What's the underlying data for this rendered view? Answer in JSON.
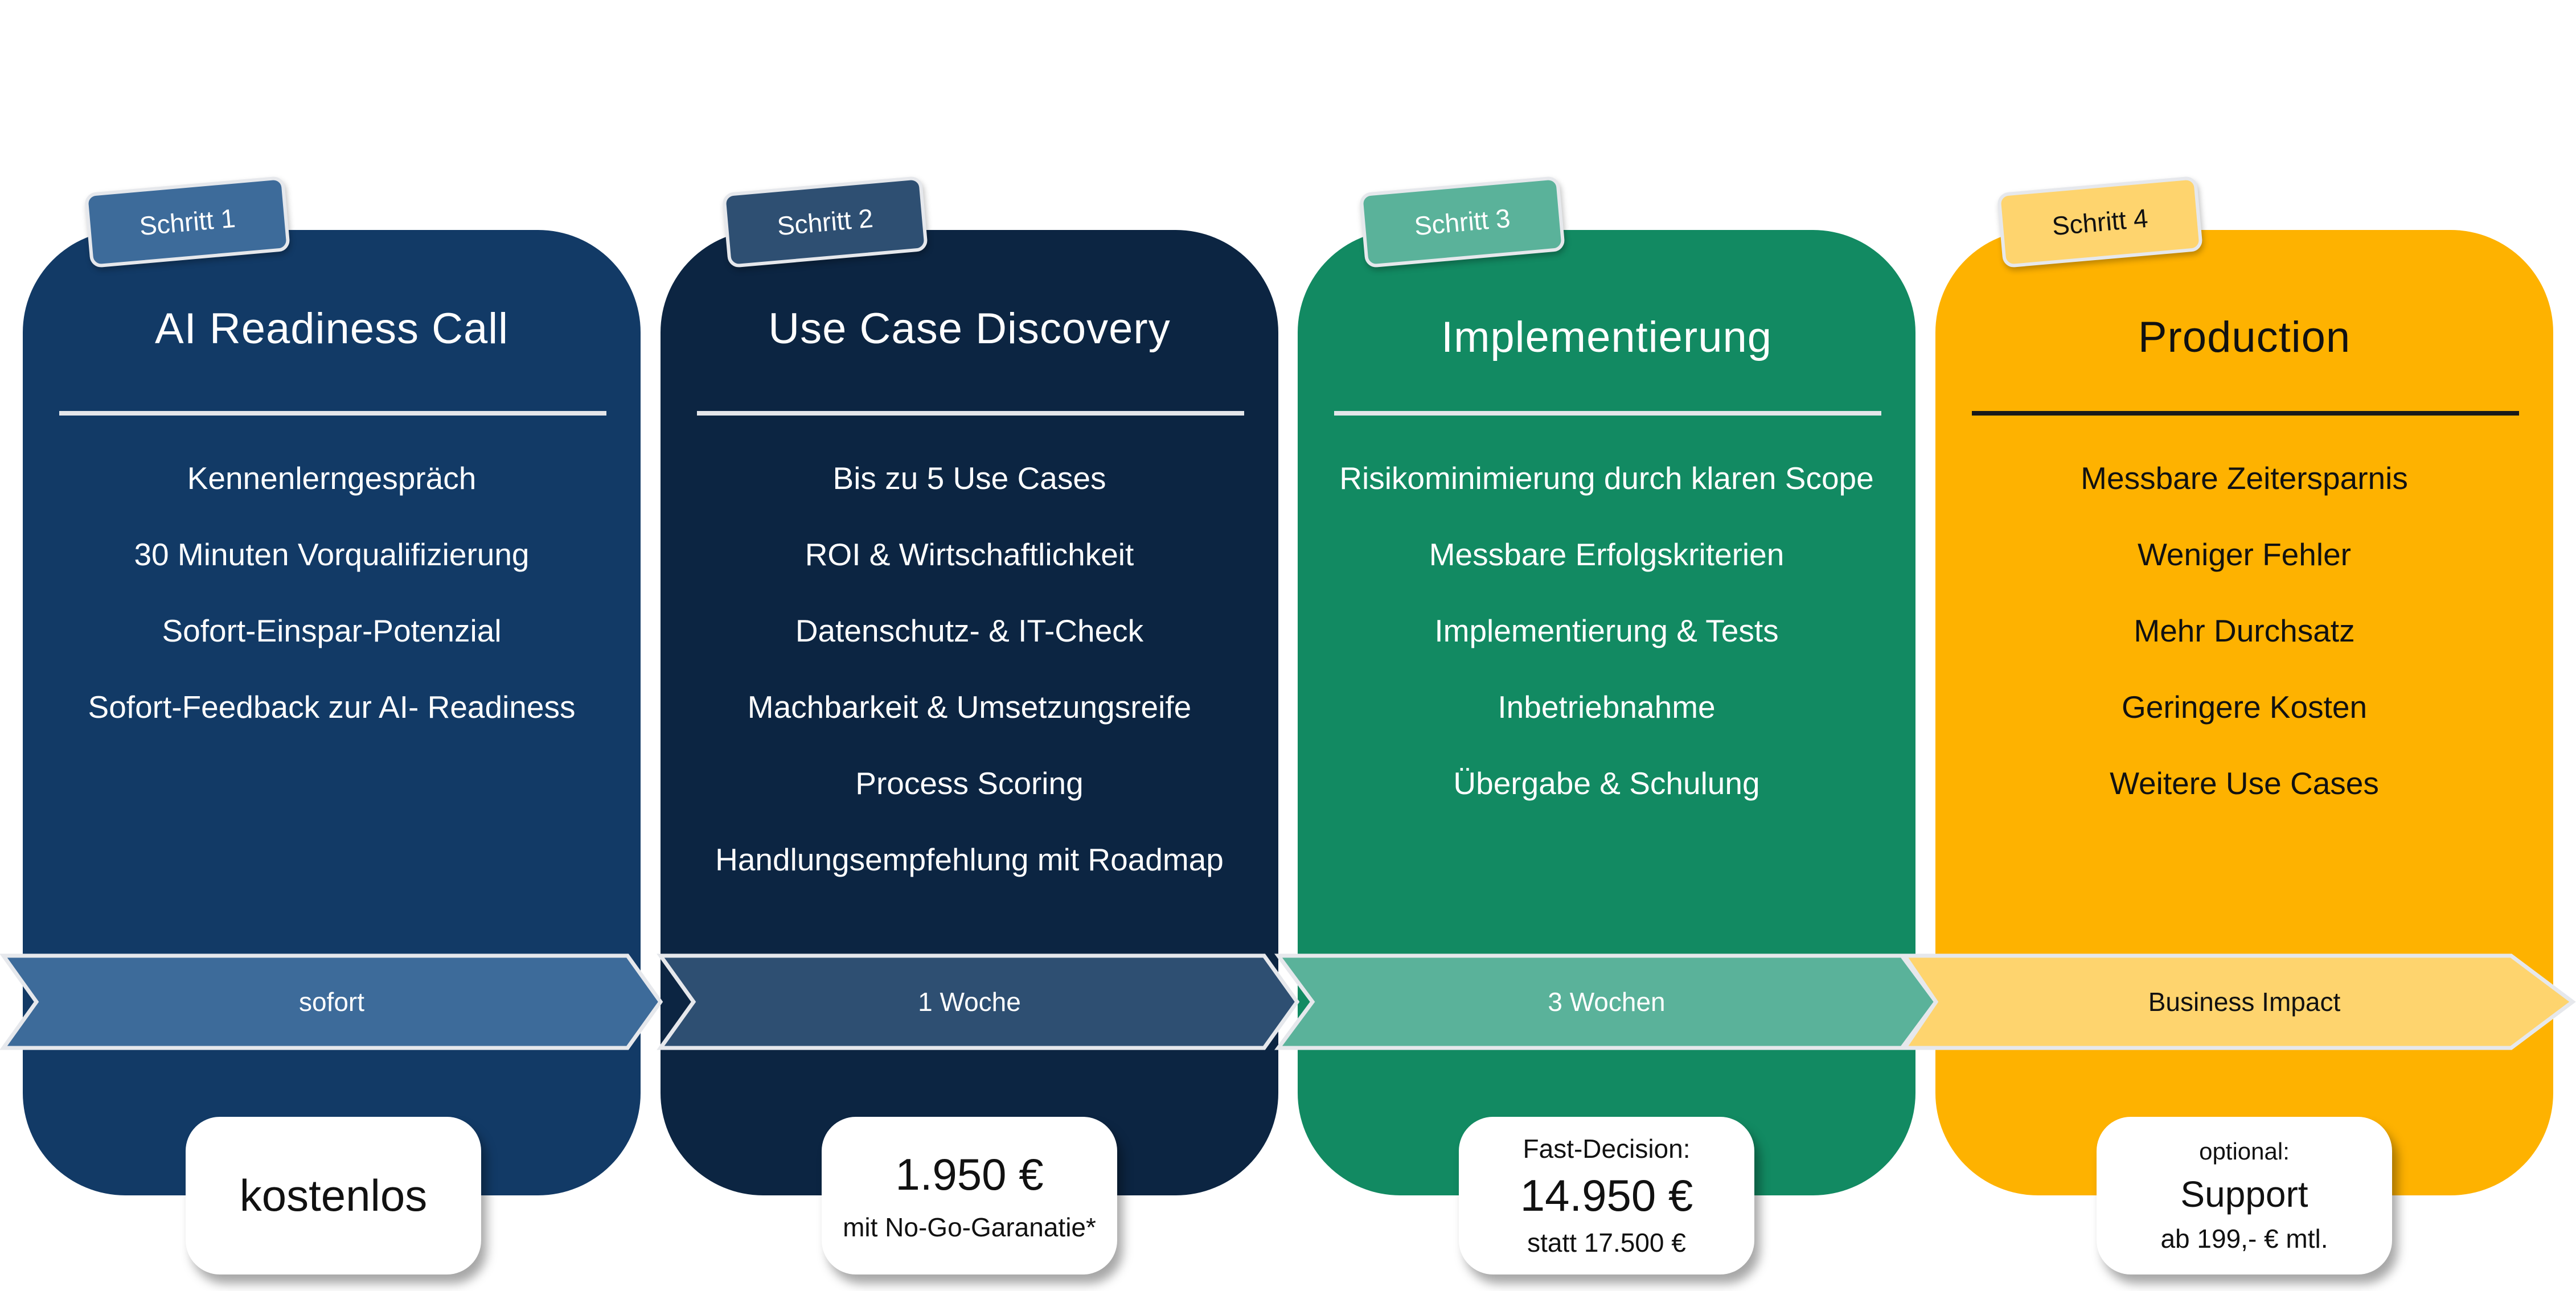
{
  "steps": [
    {
      "tab": "Schritt 1",
      "title": "AI Readiness Call",
      "items": [
        "Kennenlerngespräch",
        "30 Minuten Vorqualifizierung",
        "Sofort-Einspar-Potenzial",
        "Sofort-Feedback zur AI- Readiness"
      ],
      "duration": "sofort",
      "price": {
        "main": "kostenlos"
      },
      "color": "#123a66",
      "accent": "#3d6b9a"
    },
    {
      "tab": "Schritt 2",
      "title": "Use Case Discovery",
      "items": [
        "Bis zu 5 Use Cases",
        "ROI & Wirtschaftlichkeit",
        "Datenschutz- & IT-Check",
        "Machbarkeit & Umsetzungsreife",
        "Process Scoring",
        "Handlungsempfehlung mit Roadmap"
      ],
      "duration": "1 Woche",
      "price": {
        "main": "1.950 €",
        "sub": "mit No-Go-Garanatie*"
      },
      "color": "#0c2542",
      "accent": "#2e4f72"
    },
    {
      "tab": "Schritt 3",
      "title": "Implementierung",
      "items": [
        "Risikominimierung durch klaren Scope",
        "Messbare Erfolgskriterien",
        "Implementierung & Tests",
        "Inbetriebnahme",
        "Übergabe & Schulung"
      ],
      "duration": "3 Wochen",
      "price": {
        "pre": "Fast-Decision:",
        "main": "14.950 €",
        "sub": "statt 17.500 €"
      },
      "color": "#128a62",
      "accent": "#5ab29a"
    },
    {
      "tab": "Schritt 4",
      "title": "Production",
      "items": [
        "Messbare Zeitersparnis",
        "Weniger Fehler",
        "Mehr Durchsatz",
        "Geringere Kosten",
        "Weitere Use Cases"
      ],
      "duration": "Business Impact",
      "price": {
        "pre": "optional:",
        "main": "Support",
        "sub": "ab 199,- € mtl."
      },
      "color": "#feb200",
      "accent": "#fed46e"
    }
  ]
}
